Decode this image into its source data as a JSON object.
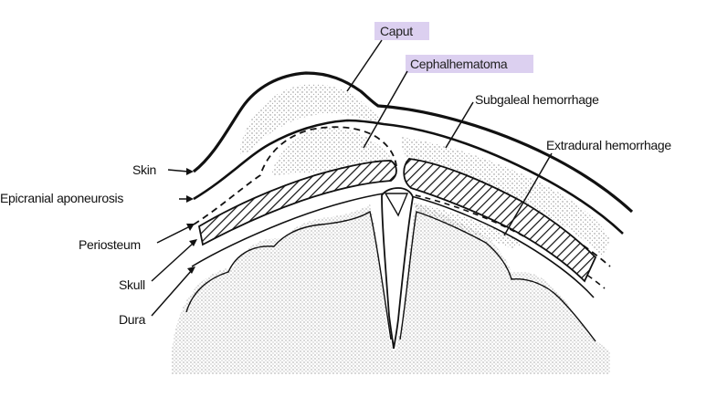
{
  "labels": {
    "caput": "Caput",
    "cephalhematoma": "Cephalhematoma",
    "subgaleal": "Subgaleal hemorrhage",
    "extradural": "Extradural hemorrhage",
    "skin": "Skin",
    "epicranial": "Epicranial aponeurosis",
    "periosteum": "Periosteum",
    "skull": "Skull",
    "dura": "Dura"
  },
  "colors": {
    "highlight": "#dcd0f0",
    "ink": "#111111",
    "stipple": "#9a9a9a"
  }
}
